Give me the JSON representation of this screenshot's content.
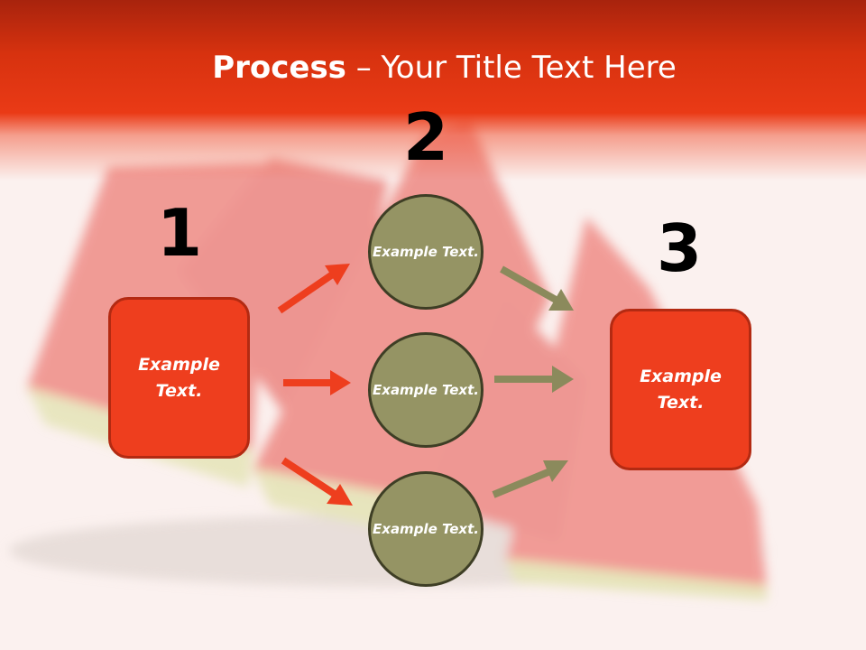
{
  "slide": {
    "title_bold": "Process",
    "title_rest": " – Your Title Text Here"
  },
  "steps": [
    {
      "number": "1"
    },
    {
      "number": "2"
    },
    {
      "number": "3"
    }
  ],
  "nodes": {
    "left_box": "Example Text.",
    "circle_top": "Example Text.",
    "circle_middle": "Example Text.",
    "circle_bottom": "Example Text.",
    "right_box": "Example Text."
  },
  "colors": {
    "header_red": "#ea3a16",
    "box_fill": "#ee3e1e",
    "circle_fill": "#959464",
    "arrow_red": "#ee3e1e",
    "arrow_olive": "#8b8a5c"
  }
}
